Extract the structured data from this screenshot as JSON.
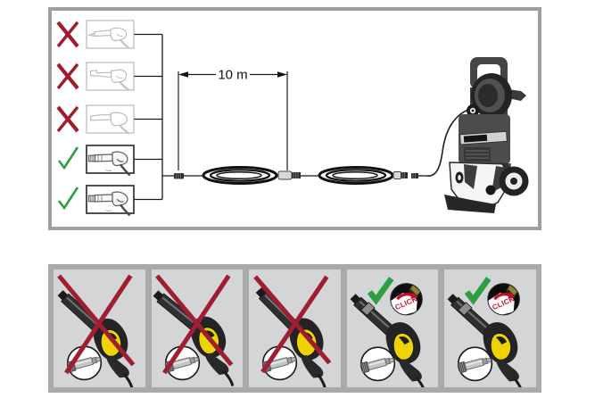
{
  "top_panel": {
    "dimension_label": "10 m",
    "gun_options": [
      {
        "name": "spray-gun-type-1",
        "compatible": false,
        "mark": "cross"
      },
      {
        "name": "spray-gun-type-2",
        "compatible": false,
        "mark": "cross"
      },
      {
        "name": "spray-gun-type-3",
        "compatible": false,
        "mark": "cross"
      },
      {
        "name": "quick-connect-gun-type-4",
        "compatible": true,
        "mark": "check"
      },
      {
        "name": "quick-connect-gun-type-5",
        "compatible": true,
        "mark": "check"
      }
    ],
    "illustrations": {
      "hose": "extension-hose-two-coils-with-couplings",
      "machine": "pressure-washer-with-hose-reel"
    }
  },
  "bottom_panel": {
    "cells": [
      {
        "gun": "spray-gun-model-a",
        "compatible": false,
        "mark": "cross",
        "inset": "screw-connector"
      },
      {
        "gun": "spray-gun-model-b",
        "compatible": false,
        "mark": "cross",
        "inset": "screw-connector"
      },
      {
        "gun": "spray-gun-model-c",
        "compatible": false,
        "mark": "cross",
        "inset": "screw-connector"
      },
      {
        "gun": "quick-connect-gun",
        "compatible": true,
        "mark": "check",
        "click_label": "CLICK",
        "inset": "click-connector"
      },
      {
        "gun": "quick-connect-gun",
        "compatible": true,
        "mark": "check",
        "click_label": "CLICK",
        "inset": "click-connector"
      }
    ]
  },
  "icons": {
    "cross_icon": "✗",
    "check_icon": "✓"
  },
  "colors": {
    "cross_red": "#9e1c2e",
    "check_green": "#2e9e44",
    "click_red": "#c8102e",
    "gun_yellow": "#eed300",
    "panel_gray": "#a8aaac",
    "cell_gray": "#d3d5d7",
    "panel_border_gray": "#9c9ea0"
  }
}
